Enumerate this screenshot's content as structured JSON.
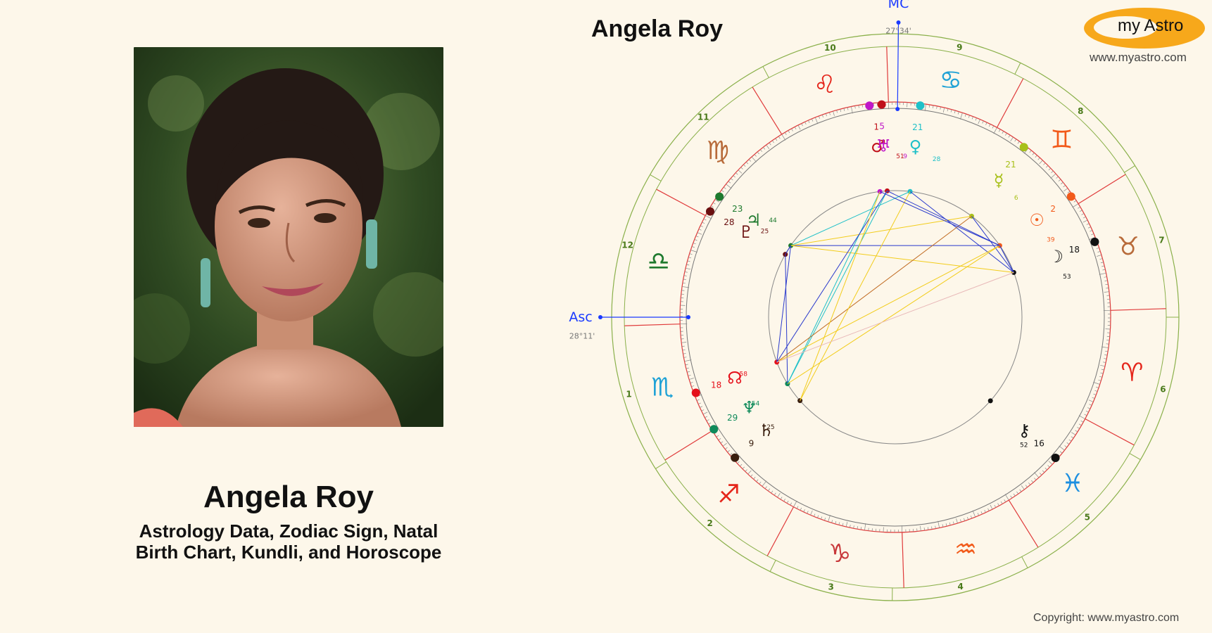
{
  "page": {
    "name": "Angela Roy",
    "subtitle_line1": "Astrology Data, Zodiac Sign, Natal",
    "subtitle_line2": "Birth Chart, Kundli, and Horoscope"
  },
  "chart": {
    "title": "Angela Roy",
    "mc_label": "MC",
    "mc_degree": "27°34'",
    "asc_label": "Asc",
    "asc_degree": "28°11'"
  },
  "branding": {
    "logo_text": "my Astro",
    "url": "www.myastro.com",
    "copyright": "Copyright: www.myastro.com"
  },
  "houses": [
    "1",
    "2",
    "3",
    "4",
    "5",
    "6",
    "7",
    "8",
    "9",
    "10",
    "11",
    "12"
  ],
  "signs": [
    {
      "name": "libra",
      "glyph": "♎",
      "color": "#1e7a2e"
    },
    {
      "name": "scorpio",
      "glyph": "♏",
      "color": "#1fa2d6"
    },
    {
      "name": "sagittarius",
      "glyph": "♐",
      "color": "#e5261b"
    },
    {
      "name": "capricorn",
      "glyph": "♑",
      "color": "#c8383a"
    },
    {
      "name": "aquarius",
      "glyph": "♒",
      "color": "#f25a1a"
    },
    {
      "name": "pisces",
      "glyph": "♓",
      "color": "#1d8fe0"
    },
    {
      "name": "aries",
      "glyph": "♈",
      "color": "#e5261b"
    },
    {
      "name": "taurus",
      "glyph": "♉",
      "color": "#b86b3a"
    },
    {
      "name": "gemini",
      "glyph": "♊",
      "color": "#f25a1a"
    },
    {
      "name": "cancer",
      "glyph": "♋",
      "color": "#1fa2d6"
    },
    {
      "name": "leo",
      "glyph": "♌",
      "color": "#e5261b"
    },
    {
      "name": "virgo",
      "glyph": "♍",
      "color": "#b86b3a"
    }
  ],
  "planets": [
    {
      "name": "sun",
      "glyph": "☉",
      "deg": "2",
      "min": "39",
      "color": "#f25a1a"
    },
    {
      "name": "mercury",
      "glyph": "☿",
      "deg": "21",
      "min": "6",
      "color": "#a8c01a"
    },
    {
      "name": "venus",
      "glyph": "♀",
      "deg": "21",
      "min": "28",
      "color": "#1fc0c8"
    },
    {
      "name": "mars",
      "glyph": "♂",
      "deg": "1",
      "min": "51",
      "color": "#c0101a"
    },
    {
      "name": "uranus",
      "glyph": "♅",
      "deg": "5",
      "min": "9",
      "color": "#c018c8"
    },
    {
      "name": "pluto",
      "glyph": "♇",
      "deg": "28",
      "min": "25",
      "color": "#6a0f0f"
    },
    {
      "name": "jupiter",
      "glyph": "♃",
      "deg": "23",
      "min": "44",
      "color": "#1e7a2e"
    },
    {
      "name": "neptune",
      "glyph": "♆",
      "deg": "29",
      "min": "54",
      "color": "#0f8a5a"
    },
    {
      "name": "node",
      "glyph": "☊",
      "deg": "18",
      "min": "58",
      "color": "#e5101a"
    },
    {
      "name": "saturn",
      "glyph": "♄",
      "deg": "9",
      "min": "25",
      "color": "#3a1f0f"
    },
    {
      "name": "chiron",
      "glyph": "⚷",
      "deg": "16",
      "min": "52",
      "color": "#111111"
    },
    {
      "name": "moon",
      "glyph": "☽",
      "deg": "18",
      "min": "53",
      "color": "#111111"
    }
  ]
}
